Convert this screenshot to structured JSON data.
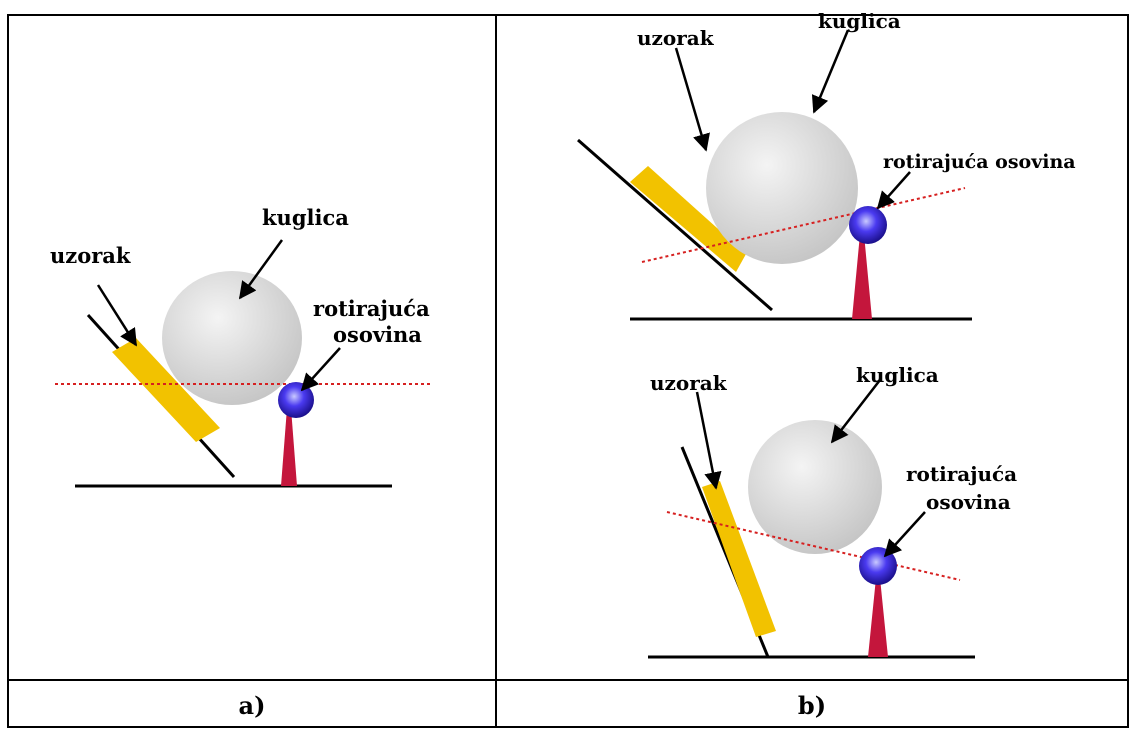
{
  "panels": {
    "a": {
      "caption": "a)",
      "labels": {
        "sample": "uzorak",
        "ball": "kuglica",
        "axis_line1": "rotirajuća",
        "axis_line2": "osovina"
      }
    },
    "b_top": {
      "labels": {
        "sample": "uzorak",
        "ball": "kuglica",
        "axis": "rotirajuća osovina"
      }
    },
    "b_bottom": {
      "labels": {
        "sample": "uzorak",
        "ball": "kuglica",
        "axis_line1": "rotirajuća",
        "axis_line2": "osovina"
      }
    },
    "b": {
      "caption": "b)"
    }
  },
  "colors": {
    "sample": "#f2c200",
    "ball_fill": "#dcdcdc",
    "pivot_ball": "#3a2fd8",
    "stand": "#c4163c",
    "dotted_line": "#d62020",
    "border": "#000000"
  }
}
